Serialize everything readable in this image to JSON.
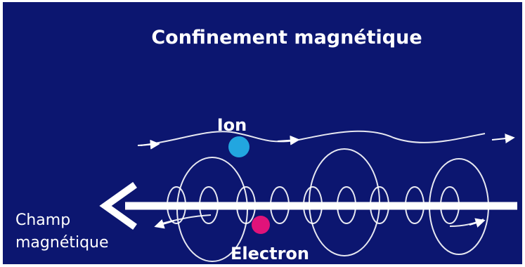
{
  "diagram": {
    "title": "Confinement magnétique",
    "labels": {
      "ion": "Ion",
      "electron": "Electron",
      "field_line1": "Champ",
      "field_line2": "magnétique"
    },
    "colors": {
      "background": "#0c1670",
      "lines": "#ffffff",
      "ion": "#22a6e0",
      "electron": "#e0137a"
    }
  }
}
